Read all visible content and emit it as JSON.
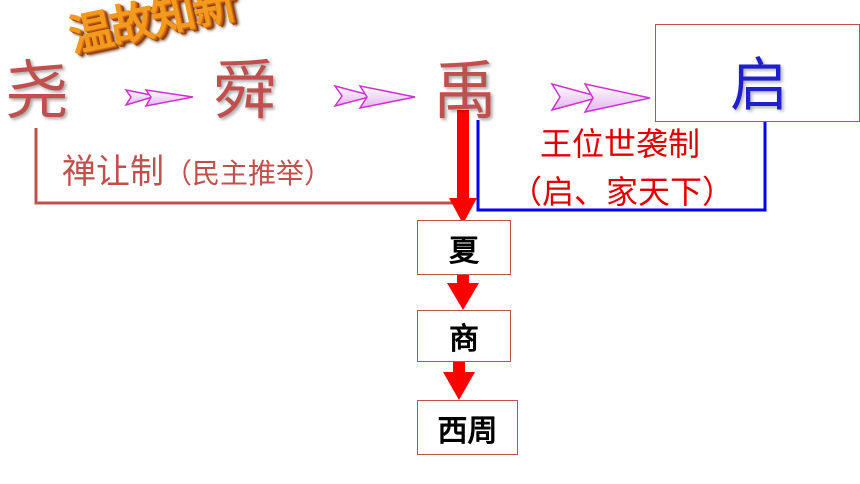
{
  "banner": {
    "text": "温故知新"
  },
  "rulers": {
    "yao": "尧",
    "shun": "舜",
    "yu": "禹",
    "qi": "启"
  },
  "systems": {
    "shanrang": {
      "main": "禅让制",
      "note": "（民主推举）"
    },
    "wangwei": {
      "main": "王位世袭制",
      "note": "（启、家天下）"
    }
  },
  "dynasties": [
    "夏",
    "商",
    "西周"
  ],
  "colors": {
    "ruler_text": "#c0504d",
    "qi_text": "#1f1fd0",
    "hereditary_text": "#e00000",
    "succession_arrow": "#ff0000",
    "hereditary_line": "#0000ff",
    "shanrang_line": "#c0504d",
    "hollow_arrow": "#cc33cc"
  }
}
